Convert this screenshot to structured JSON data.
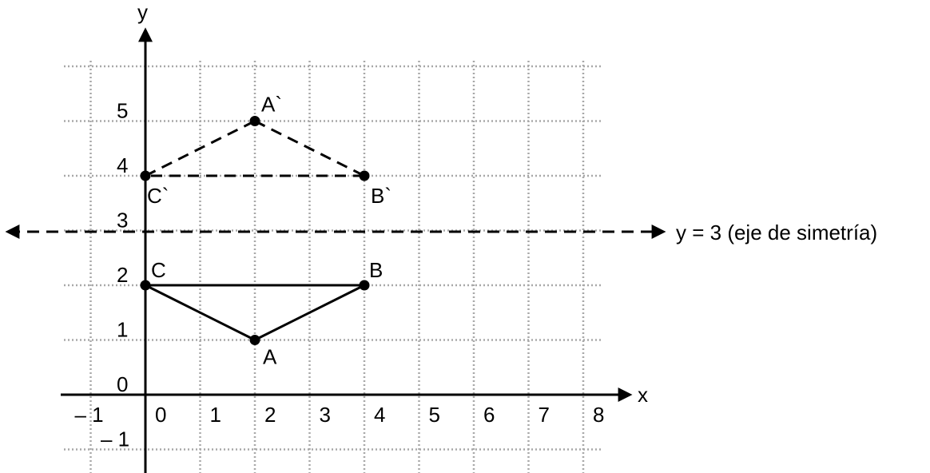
{
  "diagram": {
    "axes": {
      "x_label": "x",
      "y_label": "y"
    },
    "grid": {
      "x_min": -1,
      "x_max": 8,
      "y_min": -1,
      "y_max": 6
    },
    "x_ticks": [
      {
        "value": -1,
        "label": "– 1"
      },
      {
        "value": 0,
        "label": "0"
      },
      {
        "value": 1,
        "label": "1"
      },
      {
        "value": 2,
        "label": "2"
      },
      {
        "value": 3,
        "label": "3"
      },
      {
        "value": 4,
        "label": "4"
      },
      {
        "value": 5,
        "label": "5"
      },
      {
        "value": 6,
        "label": "6"
      },
      {
        "value": 7,
        "label": "7"
      },
      {
        "value": 8,
        "label": "8"
      }
    ],
    "y_ticks": [
      {
        "value": 5,
        "label": "5"
      },
      {
        "value": 4,
        "label": "4"
      },
      {
        "value": 3,
        "label": "3"
      },
      {
        "value": 2,
        "label": "2"
      },
      {
        "value": 1,
        "label": "1"
      },
      {
        "value": 0,
        "label": "0"
      },
      {
        "value": -1,
        "label": "– 1"
      }
    ],
    "points": [
      {
        "name": "A",
        "x": 2,
        "y": 1
      },
      {
        "name": "B",
        "x": 4,
        "y": 2
      },
      {
        "name": "C",
        "x": 0,
        "y": 2
      },
      {
        "name": "A`",
        "x": 2,
        "y": 5
      },
      {
        "name": "B`",
        "x": 4,
        "y": 4
      },
      {
        "name": "C`",
        "x": 0,
        "y": 4
      }
    ],
    "original_triangle": [
      "C",
      "B",
      "A"
    ],
    "reflected_triangle": [
      "C`",
      "A`",
      "B`"
    ],
    "symmetry_axis": {
      "y": 3,
      "label": "y = 3 (eje de simetría)"
    }
  }
}
